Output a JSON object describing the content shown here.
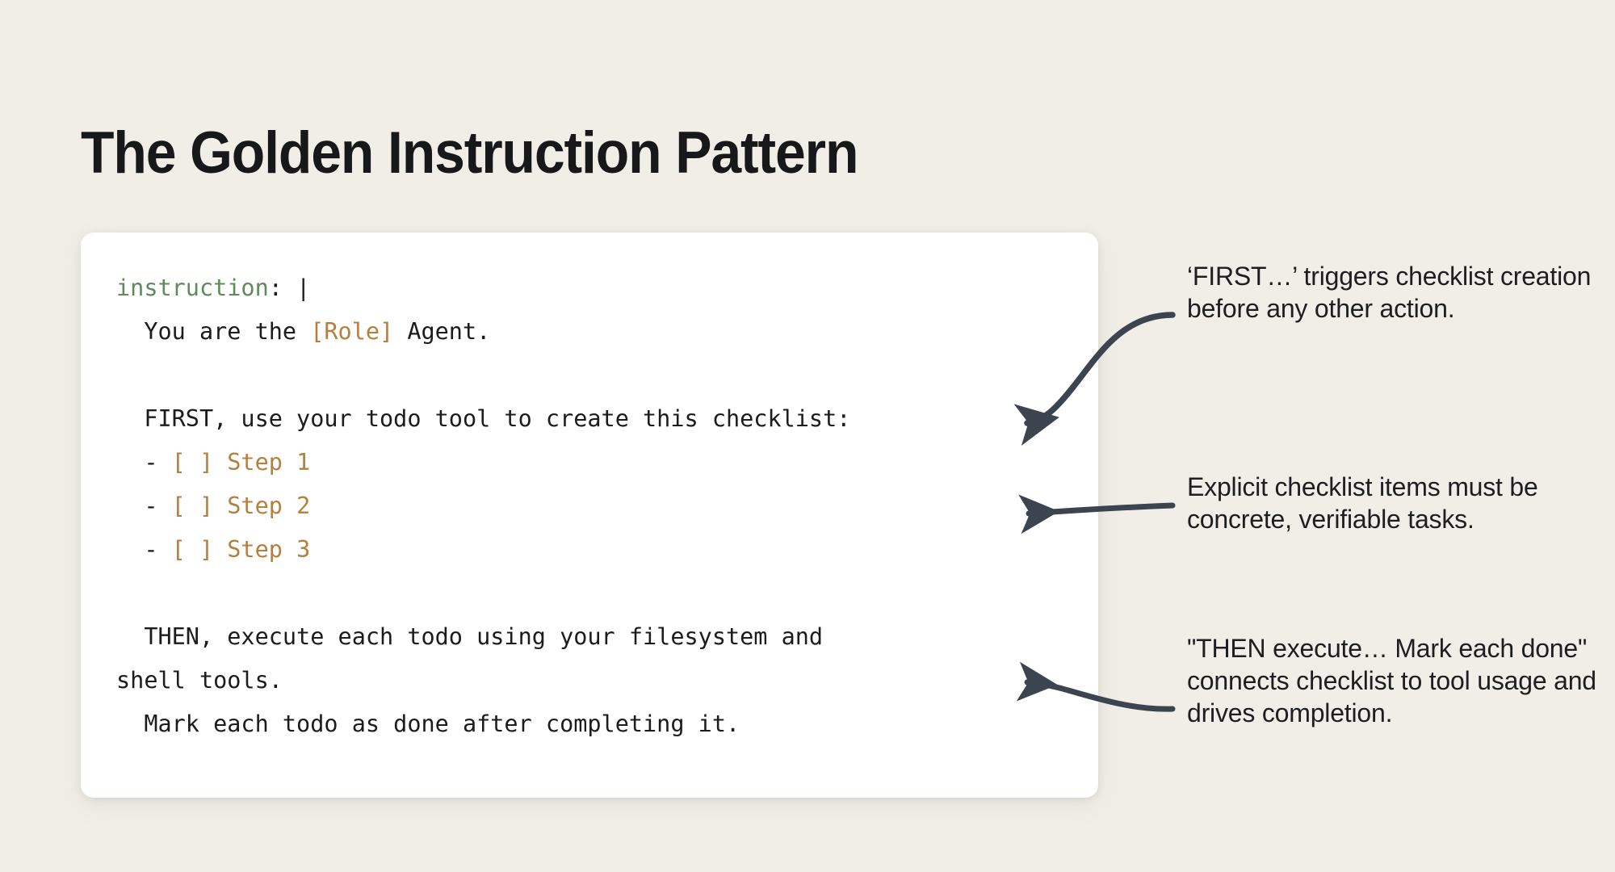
{
  "page": {
    "title": "The Golden Instruction Pattern",
    "background_color": "#f1eee8",
    "card_color": "#ffffff",
    "text_color": "#1d1e20",
    "accent_color": "#b5803f",
    "key_color": "#5f8a5c",
    "arrow_color": "#3c4450"
  },
  "code_card": {
    "language": "yaml",
    "lines": [
      {
        "id": "line-key",
        "segments": [
          {
            "kind": "key",
            "text": "instruction"
          },
          {
            "kind": "plain",
            "text": ": "
          },
          {
            "kind": "pipe",
            "text": "|"
          }
        ]
      },
      {
        "id": "line-role",
        "segments": [
          {
            "kind": "plain",
            "text": "  You are the "
          },
          {
            "kind": "accent",
            "text": "[Role]"
          },
          {
            "kind": "plain",
            "text": " Agent."
          }
        ]
      },
      {
        "id": "line-blank-1",
        "segments": [
          {
            "kind": "plain",
            "text": ""
          }
        ]
      },
      {
        "id": "line-first",
        "segments": [
          {
            "kind": "plain",
            "text": "  FIRST, use your todo tool to create this checklist:"
          }
        ]
      },
      {
        "id": "line-step-1",
        "segments": [
          {
            "kind": "plain",
            "text": "  - "
          },
          {
            "kind": "accent",
            "text": "[ ] Step 1"
          }
        ]
      },
      {
        "id": "line-step-2",
        "segments": [
          {
            "kind": "plain",
            "text": "  - "
          },
          {
            "kind": "accent",
            "text": "[ ] Step 2"
          }
        ]
      },
      {
        "id": "line-step-3",
        "segments": [
          {
            "kind": "plain",
            "text": "  - "
          },
          {
            "kind": "accent",
            "text": "[ ] Step 3"
          }
        ]
      },
      {
        "id": "line-blank-2",
        "segments": [
          {
            "kind": "plain",
            "text": ""
          }
        ]
      },
      {
        "id": "line-then",
        "segments": [
          {
            "kind": "plain",
            "text": "  THEN, execute each todo using your filesystem and"
          }
        ]
      },
      {
        "id": "line-then-wrap",
        "segments": [
          {
            "kind": "plain",
            "text": "shell tools."
          }
        ]
      },
      {
        "id": "line-mark",
        "segments": [
          {
            "kind": "plain",
            "text": "  Mark each todo as done after completing it."
          }
        ]
      }
    ]
  },
  "annotations": [
    {
      "id": "annotation-0",
      "text": "‘FIRST…’ triggers checklist creation before any other action.",
      "target": "line-first"
    },
    {
      "id": "annotation-1",
      "text": "Explicit checklist items must be concrete, verifiable tasks.",
      "target": "line-step-2"
    },
    {
      "id": "annotation-2",
      "text": "\"THEN execute… Mark each done\" connects checklist to tool usage and drives completion.",
      "target": "line-then-wrap"
    }
  ]
}
